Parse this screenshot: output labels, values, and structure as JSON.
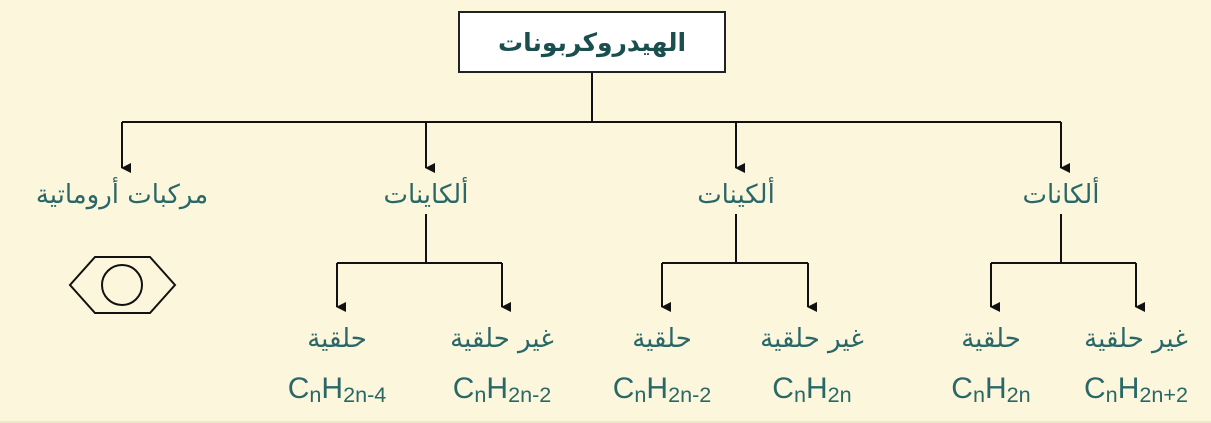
{
  "root": "الهيدروكربونات",
  "categories": [
    {
      "name": "ألكانات",
      "children": [
        {
          "label": "غير حلقية",
          "formula": {
            "base": "C",
            "n": "n",
            "h": "H",
            "sub": "2n+2"
          }
        },
        {
          "label": "حلقية",
          "formula": {
            "base": "C",
            "n": "n",
            "h": "H",
            "sub": "2n"
          }
        }
      ]
    },
    {
      "name": "ألكينات",
      "children": [
        {
          "label": "غير حلقية",
          "formula": {
            "base": "C",
            "n": "n",
            "h": "H",
            "sub": "2n"
          }
        },
        {
          "label": "حلقية",
          "formula": {
            "base": "C",
            "n": "n",
            "h": "H",
            "sub": "2n-2"
          }
        }
      ]
    },
    {
      "name": "ألكاينات",
      "children": [
        {
          "label": "غير حلقية",
          "formula": {
            "base": "C",
            "n": "n",
            "h": "H",
            "sub": "2n-2"
          }
        },
        {
          "label": "حلقية",
          "formula": {
            "base": "C",
            "n": "n",
            "h": "H",
            "sub": "2n-4"
          }
        }
      ]
    },
    {
      "name": "مركبات أروماتية",
      "icon": "benzene-ring-icon"
    }
  ]
}
